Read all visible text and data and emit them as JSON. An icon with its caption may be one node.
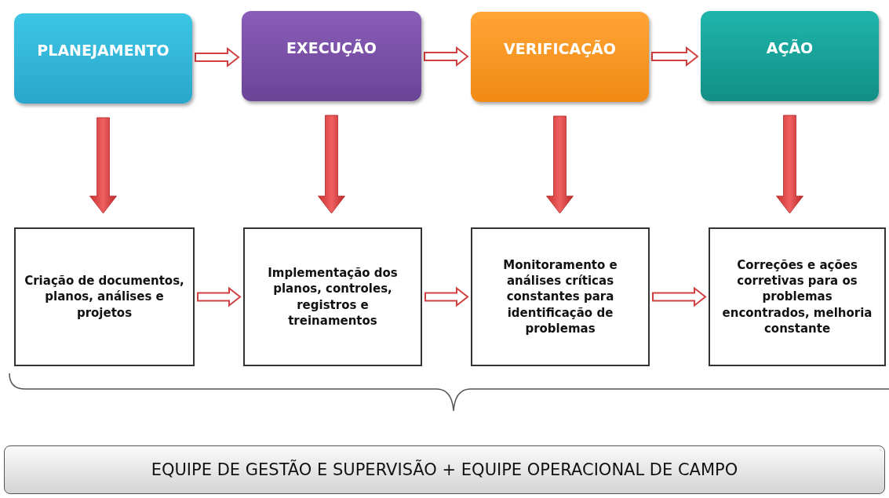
{
  "diagram": {
    "nodes": [
      {
        "text": [
          "PLANEJAMENTO"
        ]
      },
      {
        "text": [
          "EXECUÇÃO"
        ]
      },
      {
        "text": [
          "VERIFICAÇÃO"
        ]
      },
      {
        "text": [
          "AÇÃO"
        ]
      },
      {
        "text": [
          "Criação de documentos, planos, análises e projetos"
        ]
      },
      {
        "text": [
          "Implementação dos planos, controles, registros e treinamentos"
        ]
      },
      {
        "text": [
          "Monitoramento e análises críticas constantes para identificação de problemas"
        ]
      },
      {
        "text": [
          "Correções e ações corretivas para os problemas encontrados, melhoria constante"
        ]
      },
      {
        "text": [
          "EQUIPE DE GESTÃO E SUPERVISÃO + EQUIPE OPERACIONAL DE CAMPO"
        ]
      }
    ],
    "edges": [
      {
        "from": 0,
        "to": 1,
        "arrow": "to"
      },
      {
        "from": 1,
        "to": 2,
        "arrow": "to"
      },
      {
        "from": 2,
        "to": 3,
        "arrow": "to"
      },
      {
        "from": 0,
        "to": 4,
        "arrow": "to",
        "style": "thick"
      },
      {
        "from": 1,
        "to": 5,
        "arrow": "to",
        "style": "thick"
      },
      {
        "from": 2,
        "to": 6,
        "arrow": "to",
        "style": "thick"
      },
      {
        "from": 3,
        "to": 7,
        "arrow": "to",
        "style": "thick"
      },
      {
        "from": 4,
        "to": 5,
        "arrow": "to"
      },
      {
        "from": 5,
        "to": 6,
        "arrow": "to"
      },
      {
        "from": 6,
        "to": 7,
        "arrow": "to"
      }
    ]
  }
}
